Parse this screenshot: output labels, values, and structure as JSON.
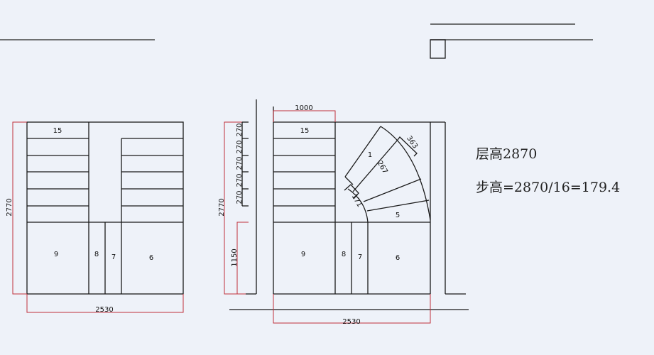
{
  "left_plan": {
    "step_top": "15",
    "step_9": "9",
    "step_8": "8",
    "step_7": "7",
    "step_6": "6",
    "dim_height": "2770",
    "dim_width": "2530"
  },
  "middle_plan": {
    "step_top": "15",
    "step_1": "1",
    "step_5": "5",
    "step_9": "9",
    "step_8": "8",
    "step_7": "7",
    "step_6": "6",
    "dim_top_width": "1000",
    "dim_height": "2770",
    "dim_lower": "1150",
    "dim_riser": [
      "270",
      "270",
      "270",
      "270",
      "270"
    ],
    "dim_outer": "363",
    "dim_mid": "267",
    "dim_inner": "171",
    "dim_width": "2530"
  },
  "notes": {
    "floor_height": "层高2870",
    "step_height": "步高=2870/16=179.4"
  },
  "colors": {
    "line": "#1a1a1a",
    "dimension": "#c0303a",
    "background": "#eef2f9"
  }
}
